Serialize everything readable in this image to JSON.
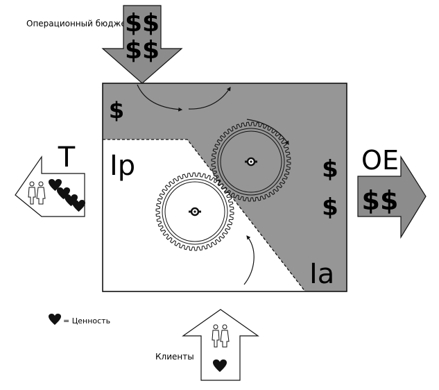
{
  "labels": {
    "budget": "Операционный бюджет",
    "customers": "Клиенты",
    "legend_value": "= Ценность",
    "throughput": "T",
    "inventory_passive": "Ip",
    "inventory_active": "Ia",
    "operating_expense": "OE"
  },
  "symbols": {
    "dollar": "$",
    "double_dollar": "$$"
  },
  "icons": {
    "people": "people-icon",
    "heart": "heart-icon",
    "gear": "gear-icon"
  },
  "colors": {
    "shaded_area": "#969696",
    "arrow_dark": "#8c8c8c",
    "arrow_light": "#ffffff",
    "ink": "#111111"
  }
}
